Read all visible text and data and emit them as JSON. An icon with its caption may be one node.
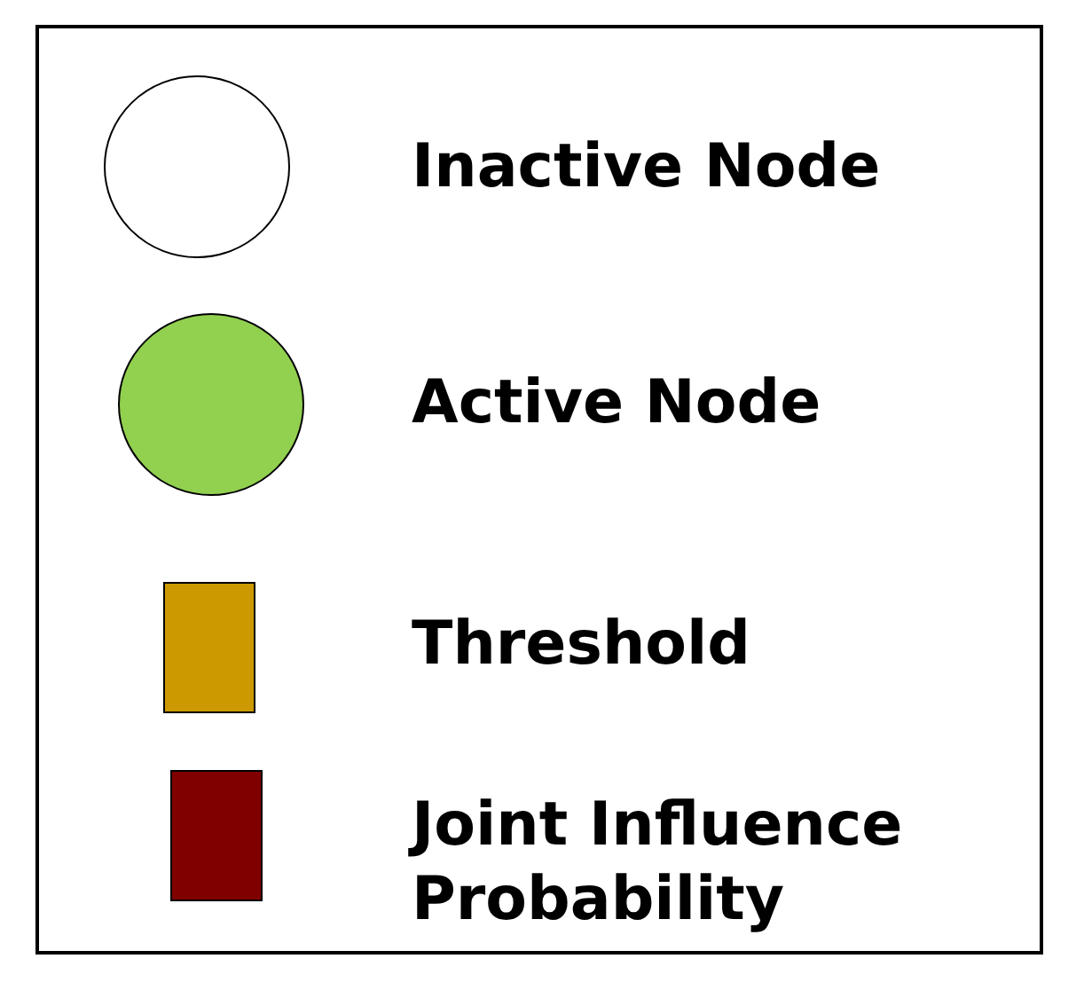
{
  "diagram": {
    "legend": [
      {
        "text": "Inactive Node",
        "color": "#ffffff"
      },
      {
        "text": "Active Node",
        "color": "#92d050"
      },
      {
        "text": "Threshold",
        "color": "#cc9900"
      },
      {
        "text": "Joint Influence Probability",
        "color": "#800000"
      }
    ]
  }
}
